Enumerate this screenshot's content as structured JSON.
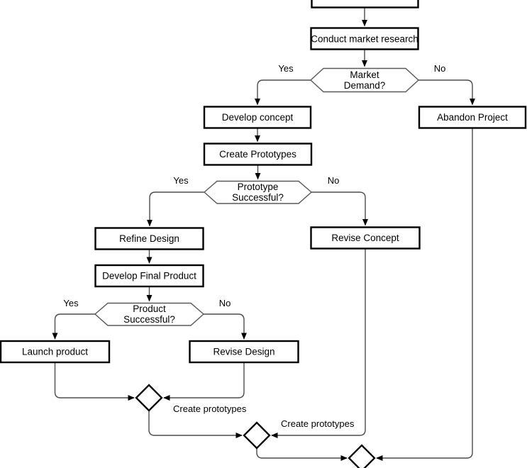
{
  "colors": {
    "canvas_bg": "#ffffff",
    "node_fill": "#ffffff",
    "node_stroke": "#000000",
    "decision_stroke": "#595959",
    "edge_stroke": "#4d4d4d",
    "arrow_fill": "#000000",
    "text": "#000000"
  },
  "nodes": {
    "conduct_market_research": {
      "label": "Conduct market research"
    },
    "market_demand": {
      "line1": "Market",
      "line2": "Demand?"
    },
    "develop_concept": {
      "label": "Develop concept"
    },
    "abandon_project": {
      "label": "Abandon Project"
    },
    "create_prototypes": {
      "label": "Create Prototypes"
    },
    "prototype_successful": {
      "line1": "Prototype",
      "line2": "Successful?"
    },
    "refine_design": {
      "label": "Refine Design"
    },
    "revise_concept": {
      "label": "Revise Concept"
    },
    "develop_final_product": {
      "label": "Develop Final Product"
    },
    "product_successful": {
      "line1": "Product",
      "line2": "Successful?"
    },
    "launch_product": {
      "label": "Launch product"
    },
    "revise_design": {
      "label": "Revise Design"
    }
  },
  "edge_labels": {
    "market_demand_yes": "Yes",
    "market_demand_no": "No",
    "prototype_successful_yes": "Yes",
    "prototype_successful_no": "No",
    "product_successful_yes": "Yes",
    "product_successful_no": "No",
    "merge_note_left": "Create prototypes",
    "merge_note_right": "Create prototypes"
  }
}
